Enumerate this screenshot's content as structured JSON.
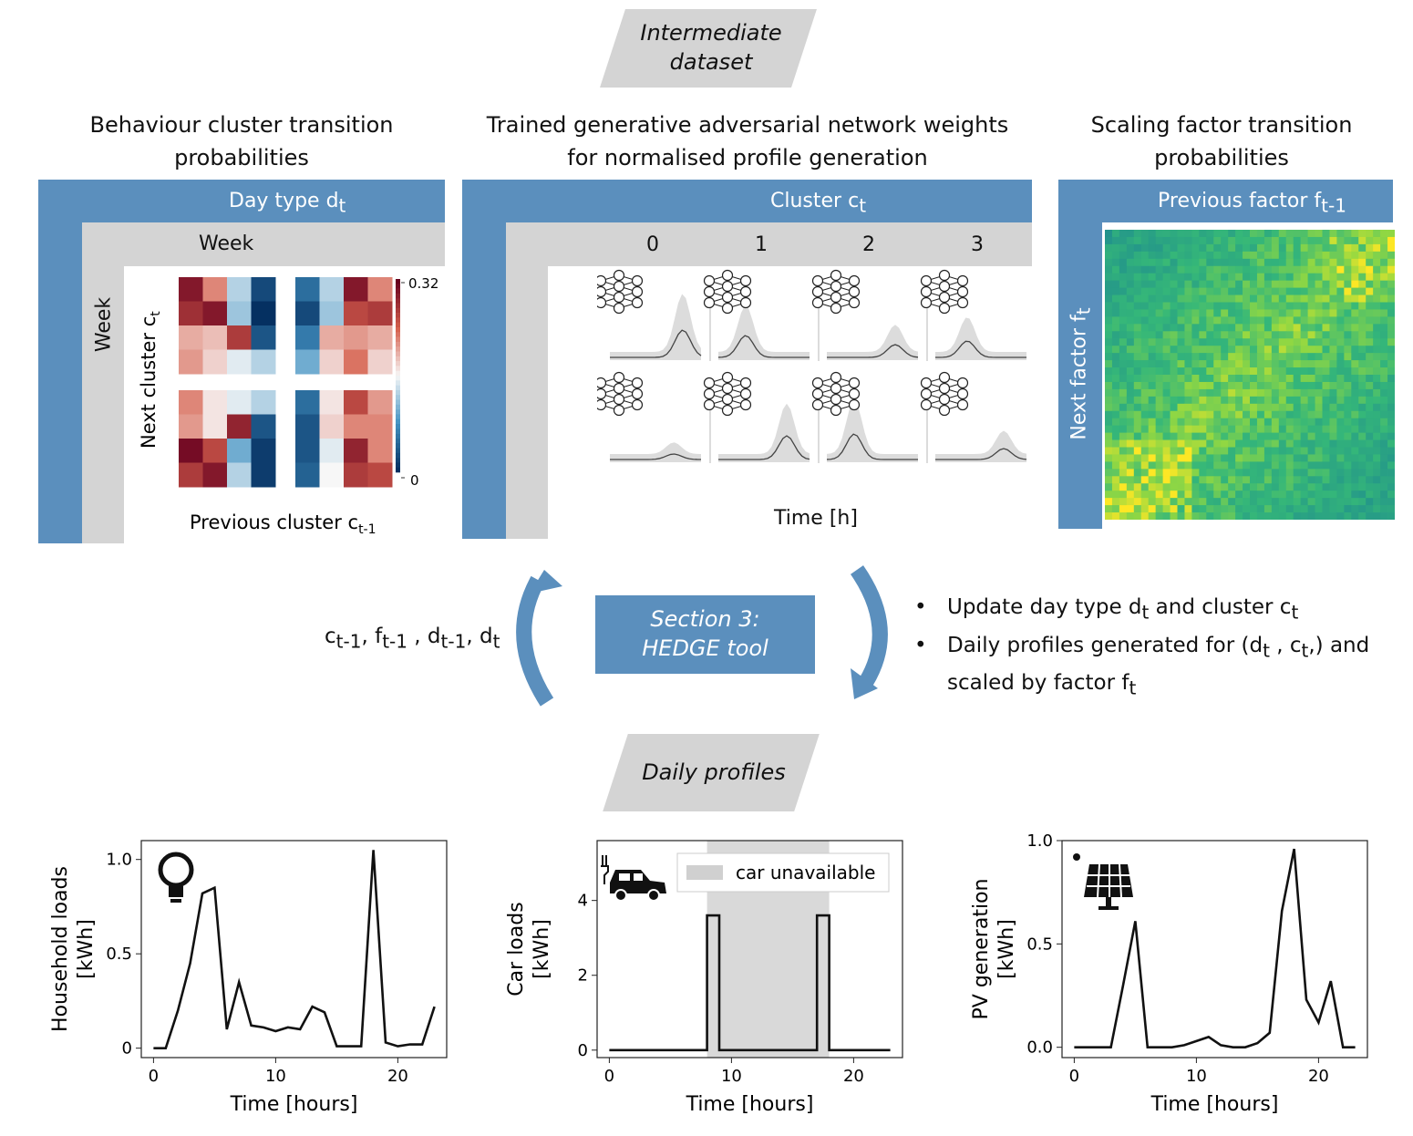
{
  "intermediate": {
    "label_line1": "Intermediate",
    "label_line2": "dataset"
  },
  "panels": {
    "behaviour": {
      "title_line1": "Behaviour cluster transition",
      "title_line2": "probabilities",
      "bar": "Day type d",
      "bar_sub": "t",
      "sub_bar": "Week",
      "side_label": "Week",
      "ylabel": "Next cluster c",
      "ylabel_sub": "t",
      "xlabel": "Previous cluster c",
      "xlabel_sub": "t-1",
      "colorbar_max": "0.32",
      "colorbar_min": "0"
    },
    "gan": {
      "title_line1": "Trained generative adversarial network weights",
      "title_line2": "for normalised profile generation",
      "bar": "Cluster c",
      "bar_sub": "t",
      "clusters": [
        "0",
        "1",
        "2",
        "3"
      ],
      "xlabel": "Time [h]"
    },
    "scaling": {
      "title_line1": "Scaling factor transition",
      "title_line2": "probabilities",
      "bar": "Previous factor f",
      "bar_sub": "t-1",
      "side_label": "Next factor f",
      "side_sub": "t"
    }
  },
  "hedge": {
    "line1": "Section 3:",
    "line2": "HEDGE tool"
  },
  "inputs": {
    "c": "c",
    "c_sub": "t-1",
    "f": "f",
    "f_sub": "t-1",
    "d_prev": "d",
    "d_prev_sub": "t-1",
    "d": "d",
    "d_sub": "t"
  },
  "bullets": {
    "b1_a": "Update day type d",
    "b1_sub1": "t",
    "b1_b": " and cluster c",
    "b1_sub2": "t",
    "b2_a": "Daily profiles generated for (d",
    "b2_sub1": "t",
    "b2_b": " , c",
    "b2_sub2": "t",
    "b2_c": ",) and",
    "b3_a": "scaled by factor f",
    "b3_sub": "t"
  },
  "daily": {
    "label": "Daily profiles"
  },
  "heatmaps": {
    "top_left": [
      [
        0.3,
        0.22,
        0.13,
        0.02
      ],
      [
        0.28,
        0.3,
        0.12,
        0.0
      ],
      [
        0.2,
        0.19,
        0.27,
        0.03
      ],
      [
        0.21,
        0.18,
        0.15,
        0.13
      ]
    ],
    "top_right": [
      [
        0.05,
        0.13,
        0.3,
        0.22
      ],
      [
        0.02,
        0.12,
        0.26,
        0.27
      ],
      [
        0.06,
        0.2,
        0.21,
        0.2
      ],
      [
        0.1,
        0.18,
        0.23,
        0.18
      ]
    ],
    "bottom_left": [
      [
        0.22,
        0.17,
        0.15,
        0.13
      ],
      [
        0.21,
        0.17,
        0.29,
        0.03
      ],
      [
        0.31,
        0.26,
        0.1,
        0.01
      ],
      [
        0.27,
        0.3,
        0.13,
        0.01
      ]
    ],
    "bottom_right": [
      [
        0.05,
        0.17,
        0.26,
        0.21
      ],
      [
        0.03,
        0.18,
        0.22,
        0.22
      ],
      [
        0.03,
        0.15,
        0.29,
        0.22
      ],
      [
        0.04,
        0.16,
        0.27,
        0.26
      ]
    ]
  },
  "chart_data": [
    {
      "type": "line",
      "ylabel": "Household loads\n[kWh]",
      "xlabel": "Time [hours]",
      "xlim": [
        -1,
        24
      ],
      "ylim": [
        -0.05,
        1.1
      ],
      "xticks": [
        "0",
        "10",
        "20"
      ],
      "yticks": [
        "0",
        "0.5",
        "1.0"
      ],
      "series": [
        {
          "x": [
            0,
            1,
            2,
            3,
            4,
            5,
            6,
            7,
            8,
            9,
            10,
            11,
            12,
            13,
            14,
            15,
            16,
            17,
            18,
            19,
            20,
            21,
            22,
            23
          ],
          "y": [
            0.0,
            0.0,
            0.2,
            0.45,
            0.82,
            0.85,
            0.1,
            0.35,
            0.12,
            0.11,
            0.09,
            0.11,
            0.1,
            0.22,
            0.19,
            0.01,
            0.01,
            0.01,
            1.05,
            0.03,
            0.01,
            0.02,
            0.02,
            0.22
          ]
        }
      ]
    },
    {
      "type": "line",
      "ylabel": "Car loads\n[kWh]",
      "xlabel": "Time [hours]",
      "xlim": [
        -1,
        24
      ],
      "ylim": [
        -0.2,
        5.6
      ],
      "xticks": [
        "0",
        "10",
        "20"
      ],
      "yticks": [
        "0",
        "2",
        "4"
      ],
      "legend": "car unavailable",
      "unavailable": [
        8,
        18
      ],
      "series": [
        {
          "x": [
            0,
            8,
            8,
            9,
            9,
            17,
            17,
            18,
            18,
            23
          ],
          "y": [
            0,
            0,
            3.6,
            3.6,
            0,
            0,
            3.6,
            3.6,
            0,
            0
          ]
        }
      ]
    },
    {
      "type": "line",
      "ylabel": "PV generation\n[kWh]",
      "xlabel": "Time [hours]",
      "xlim": [
        -1,
        24
      ],
      "ylim": [
        -0.05,
        1.0
      ],
      "xticks": [
        "0",
        "10",
        "20"
      ],
      "yticks": [
        "0.0",
        "0.5",
        "1.0"
      ],
      "series": [
        {
          "x": [
            0,
            1,
            2,
            3,
            4,
            5,
            6,
            7,
            8,
            9,
            10,
            11,
            12,
            13,
            14,
            15,
            16,
            17,
            18,
            19,
            20,
            21,
            22,
            23
          ],
          "y": [
            0,
            0,
            0,
            0,
            0.3,
            0.61,
            0,
            0,
            0,
            0.01,
            0.03,
            0.05,
            0.01,
            0,
            0,
            0.02,
            0.07,
            0.66,
            0.96,
            0.23,
            0.12,
            0.32,
            0,
            0
          ]
        }
      ]
    }
  ],
  "colors": {
    "bar_blue": "#5b8fbd",
    "grey": "#d4d4d4"
  }
}
